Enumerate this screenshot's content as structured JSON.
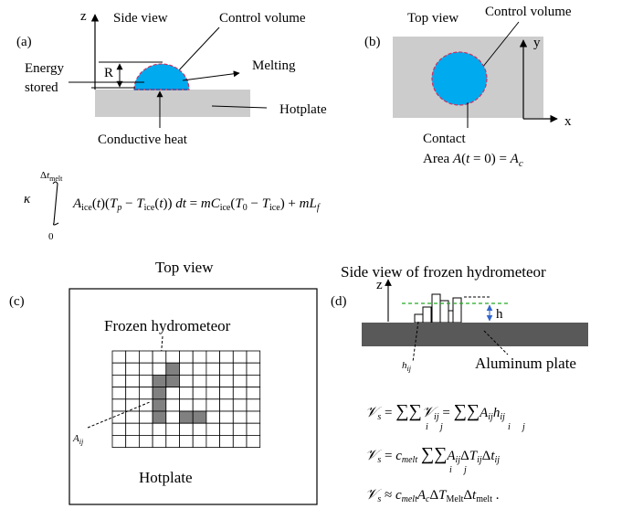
{
  "panel_a": {
    "label": "(a)",
    "axis_z": "z",
    "title": "Side view",
    "control_volume": "Control volume",
    "radius": "R",
    "energy_stored_line1": "Energy",
    "energy_stored_line2": "stored",
    "melting": "Melting",
    "hotplate": "Hotplate",
    "conductive_heat": "Conductive heat"
  },
  "panel_b": {
    "label": "(b)",
    "title": "Top view",
    "control_volume": "Control volume",
    "axis_y": "y",
    "axis_x": "x",
    "contact_line1": "Contact",
    "contact_line2": "Area A(t = 0) = A_c"
  },
  "equation": {
    "kappa": "κ",
    "upper_limit": "Δt_melt",
    "lower_limit": "0",
    "integrand": "A_ice(t)(T_p − T_ice(t)) dt = mC_ice(T_0 − T_ice) + mL_f"
  },
  "panel_c": {
    "label": "(c)",
    "title": "Top view",
    "frozen_hydrometeor": "Frozen hydrometeor",
    "cell_label": "A_ij",
    "hotplate": "Hotplate"
  },
  "panel_d": {
    "label": "(d)",
    "title": "Side view of frozen hydrometeor",
    "axis_z": "z",
    "height": "h",
    "cell_height": "h_ij",
    "plate": "Aluminum plate",
    "eq1": "V_s = Σ_i Σ_j V_ij = Σ_i Σ_j A_ij h_ij",
    "eq2": "V_s = c_melt Σ_i Σ_j A_ij ΔT_ij Δt_ij",
    "eq3": "V_s ≈ c_melt A_c ΔT_melt Δt_melt ."
  },
  "colors": {
    "droplet": "#00aaee",
    "hotplate": "#cccccc",
    "dashed_outline": "#cc3366",
    "filled_cell": "#808080",
    "aluminum": "#595959",
    "green_dashed": "#22aa22",
    "blue_arrow": "#3366cc"
  }
}
